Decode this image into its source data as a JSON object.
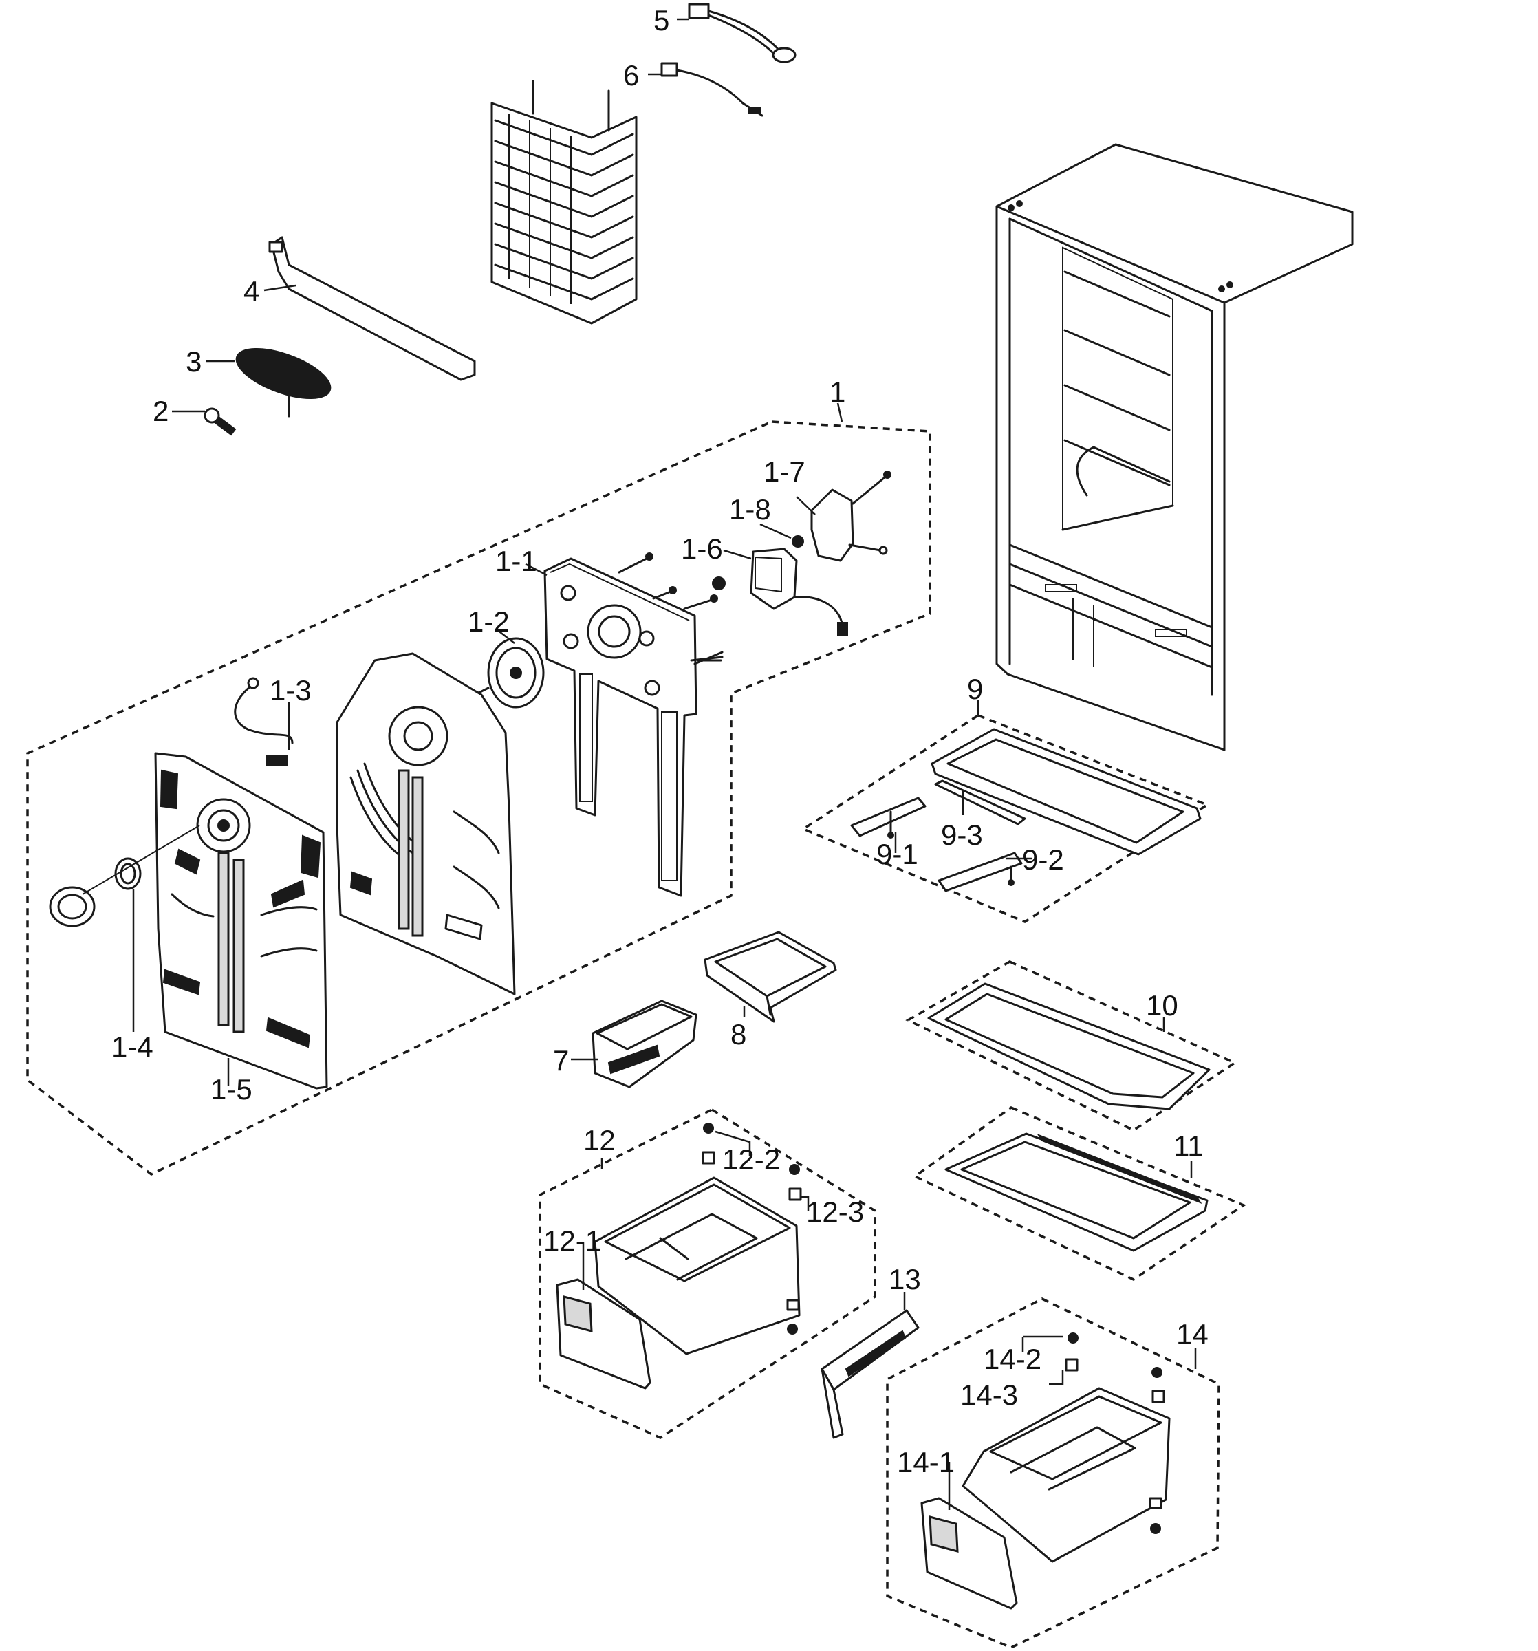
{
  "labels": {
    "p1": "1",
    "p1_1": "1-1",
    "p1_2": "1-2",
    "p1_3": "1-3",
    "p1_4": "1-4",
    "p1_5": "1-5",
    "p1_6": "1-6",
    "p1_7": "1-7",
    "p1_8": "1-8",
    "p2": "2",
    "p3": "3",
    "p4": "4",
    "p5": "5",
    "p6": "6",
    "p7": "7",
    "p8": "8",
    "p9": "9",
    "p9_1": "9-1",
    "p9_2": "9-2",
    "p9_3": "9-3",
    "p10": "10",
    "p11": "11",
    "p12": "12",
    "p12_1": "12-1",
    "p12_2": "12-2",
    "p12_3": "12-3",
    "p13": "13",
    "p14": "14",
    "p14_1": "14-1",
    "p14_2": "14-2",
    "p14_3": "14-3"
  }
}
